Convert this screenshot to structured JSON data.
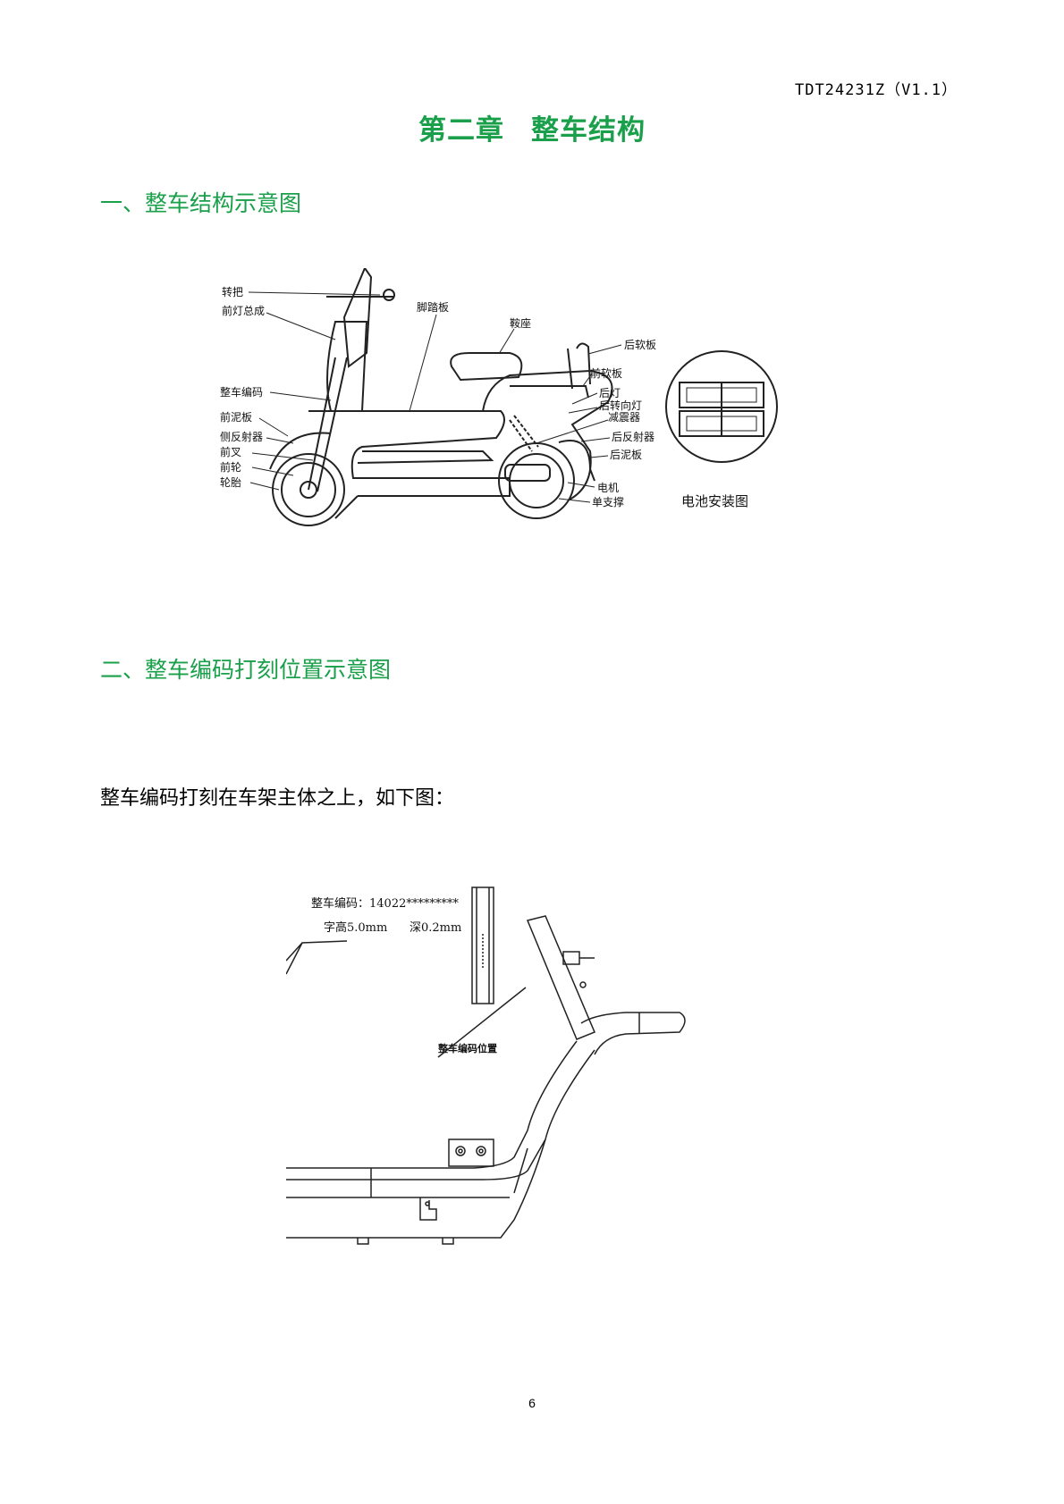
{
  "header": {
    "doc_code": "TDT24231Z（V1.1）"
  },
  "chapter": {
    "number": "第二章",
    "name": "整车结构"
  },
  "section1": {
    "title": "一、整车结构示意图",
    "labels": {
      "throttle": "转把",
      "headlight_assembly": "前灯总成",
      "footboard": "脚踏板",
      "saddle": "鞍座",
      "rear_soft_pad": "后软板",
      "front_soft_pad": "前软板",
      "vin": "整车编码",
      "tail_light": "后灯",
      "rear_turn_signal": "后转向灯",
      "shock_absorber": "减震器",
      "front_fender": "前泥板",
      "side_reflector": "侧反射器",
      "front_fork": "前叉",
      "front_wheel": "前轮",
      "tire": "轮胎",
      "rear_reflector": "后反射器",
      "rear_fender": "后泥板",
      "motor": "电机",
      "kickstand": "单支撑"
    },
    "battery_caption": "电池安装图"
  },
  "section2": {
    "title": "二、整车编码打刻位置示意图",
    "text": "整车编码打刻在车架主体之上，如下图：",
    "spec_line1": "整车编码：14022*********",
    "spec_height": "字高5.0mm",
    "spec_depth": "深0.2mm",
    "position_label": "整车编码位置"
  },
  "page_number": "6"
}
